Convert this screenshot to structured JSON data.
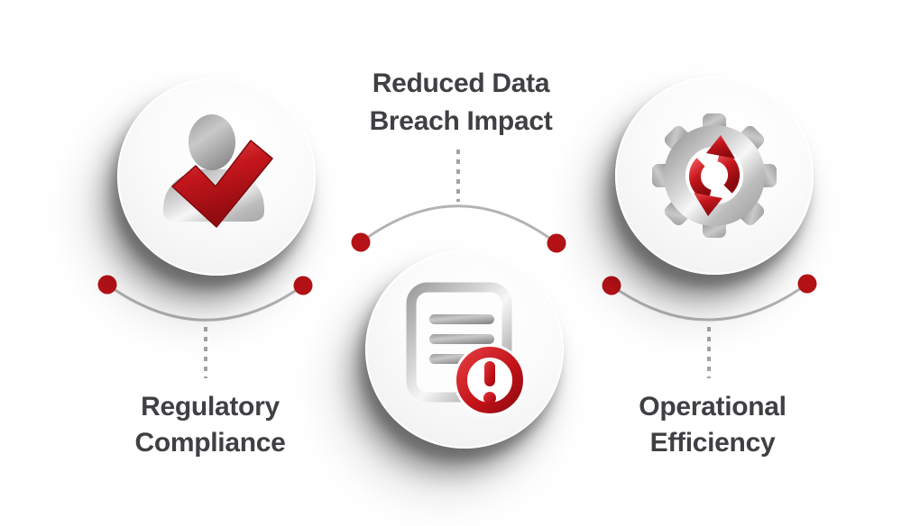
{
  "diagram": {
    "background": "#ffffff",
    "colors": {
      "accent_red": "#b51217",
      "connector_gray": "#b3b3b3",
      "dotted_gray": "#a3a3a3",
      "label_gray": "#3e4043",
      "metal_gray": "#b0b0b0"
    },
    "nodes": [
      {
        "id": "regulatory-compliance",
        "icon": "user-check-icon",
        "label": [
          "Regulatory",
          "Compliance"
        ],
        "label_position": "below"
      },
      {
        "id": "reduced-data-breach-impact",
        "icon": "document-warning-icon",
        "label": [
          "Reduced Data",
          "Breach Impact"
        ],
        "label_position": "above"
      },
      {
        "id": "operational-efficiency",
        "icon": "gear-sync-icon",
        "label": [
          "Operational",
          "Efficiency"
        ],
        "label_position": "below"
      }
    ]
  }
}
